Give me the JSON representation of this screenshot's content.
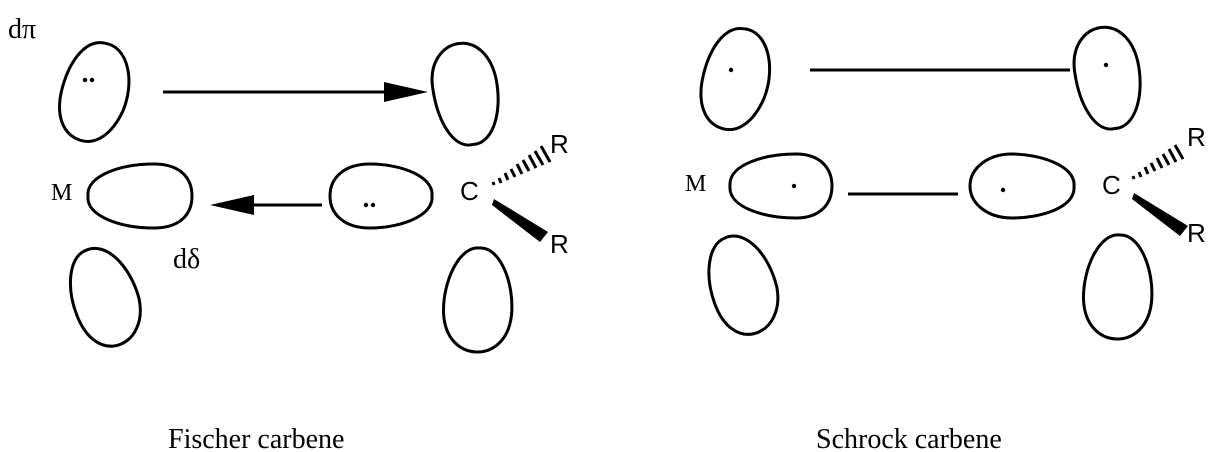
{
  "fischer": {
    "caption": "Fischer carbene",
    "metal_label": "M",
    "carbon_label": "C",
    "r_top": "R",
    "r_bottom": "R",
    "dpi_label": "dπ",
    "ddelta_label": "dδ"
  },
  "schrock": {
    "caption": "Schrock carbene",
    "metal_label": "M",
    "carbon_label": "C",
    "r_top": "R",
    "r_bottom": "R"
  }
}
